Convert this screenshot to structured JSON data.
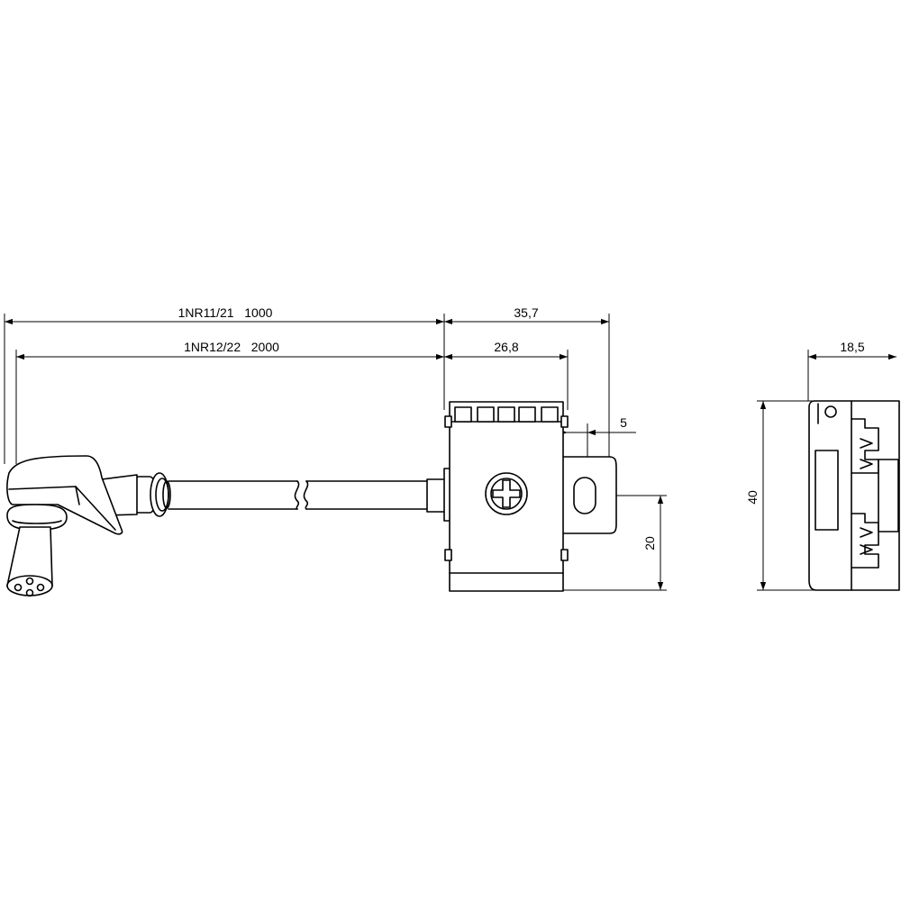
{
  "dimensions": {
    "length_label_1": "1NR11/21   1000",
    "length_label_2": "1NR12/22   2000",
    "width_total": "35,7",
    "width_body": "26,8",
    "hole_offset": "5",
    "hole_height": "20",
    "side_width": "18,5",
    "side_height": "40"
  },
  "colors": {
    "line": "#000000",
    "background": "#ffffff"
  }
}
